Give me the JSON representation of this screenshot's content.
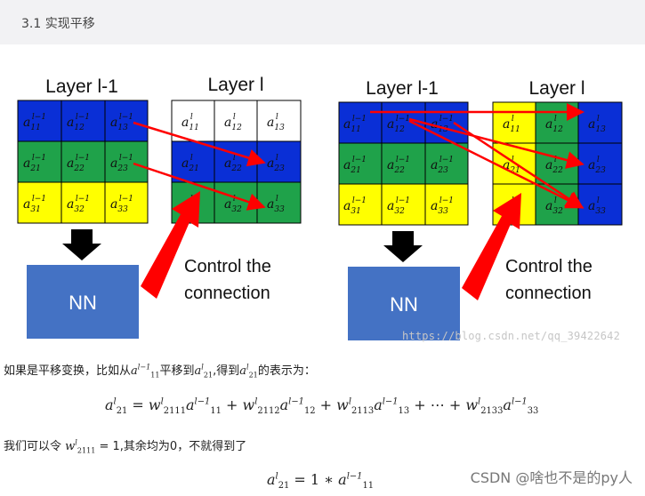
{
  "section": {
    "title": "3.1 实现平移"
  },
  "figure": {
    "left": {
      "input_label": "Layer l-1",
      "output_label": "Layer l",
      "nn_label": "NN",
      "control_line1": "Control the",
      "control_line2": "connection"
    },
    "right": {
      "input_label": "Layer l-1",
      "output_label": "Layer l",
      "nn_label": "NN",
      "control_line1": "Control the",
      "control_line2": "connection"
    },
    "colors": {
      "blue": "#0a2fd6",
      "green": "#1fa24a",
      "yellow": "#ffff00",
      "white": "#ffffff",
      "nn_box": "#4472c4",
      "arrow_red": "#ff0000",
      "arrow_black": "#000000"
    }
  },
  "watermark": "https://blog.csdn.net/qq_39422642",
  "text": {
    "p1_prefix": "如果是平移变换，比如从",
    "p1_mid1": "平移到",
    "p1_mid2": ",得到",
    "p1_suffix": "的表示为：",
    "p2_prefix": "我们可以令",
    "p2_eq": " = 1,",
    "p2_suffix": "其余均为0，不就得到了"
  },
  "csdn_mark": "CSDN @啥也不是的py人"
}
